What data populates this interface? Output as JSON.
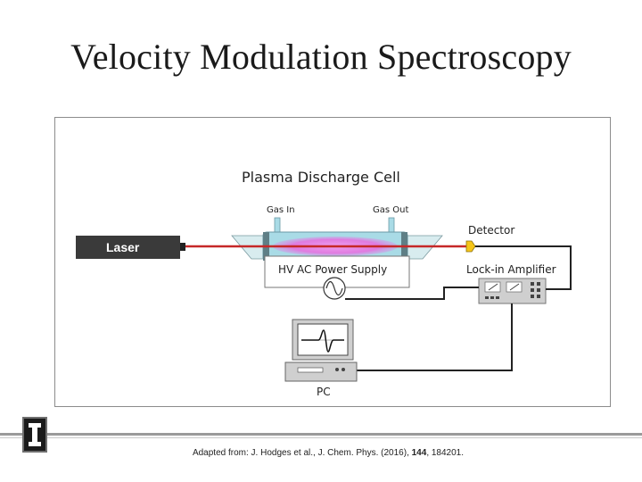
{
  "slide": {
    "title": "Velocity Modulation Spectroscopy"
  },
  "diagram": {
    "cell_title": "Plasma Discharge Cell",
    "gas_in": "Gas In",
    "gas_out": "Gas Out",
    "laser": "Laser",
    "detector": "Detector",
    "power_supply": "HV AC Power Supply",
    "lock_in": "Lock-in Amplifier",
    "pc": "PC"
  },
  "citation": {
    "prefix": "Adapted from: J. Hodges et al., J. Chem. Phys. (2016), ",
    "volume": "144",
    "suffix": ", 184201."
  },
  "colors": {
    "laser_beam": "#c62828",
    "plasma": "#e07be0",
    "cell_glass": "#a9dbe6",
    "detector": "#f5c518"
  }
}
